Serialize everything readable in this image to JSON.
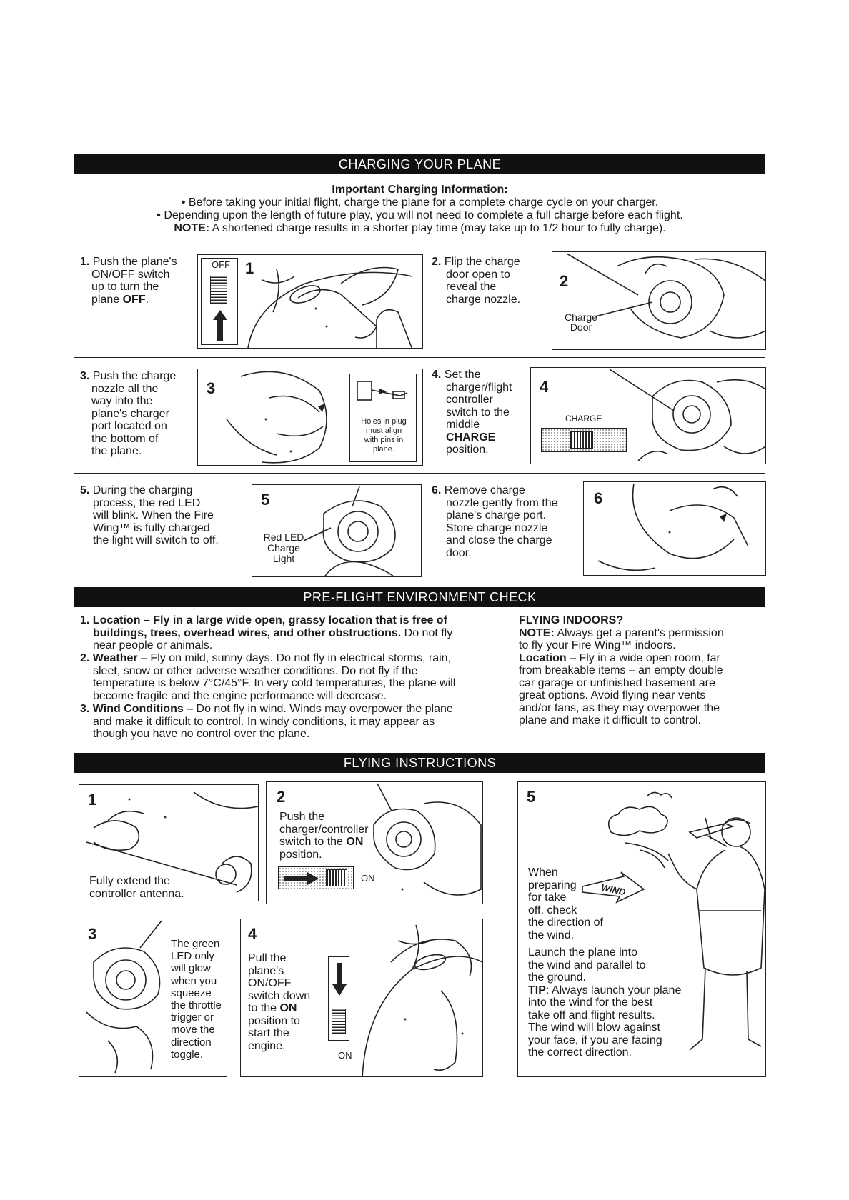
{
  "charging": {
    "title": "CHARGING YOUR PLANE",
    "important_heading": "Important Charging Information:",
    "bullet1": "• Before taking your initial flight, charge the plane for a complete charge cycle on your charger.",
    "bullet2": "• Depending upon the length of future play, you will not need to complete a full charge before each flight.",
    "note_label": "NOTE:",
    "note_text": " A shortened charge results in a shorter play time (may take up to 1/2 hour to fully charge).",
    "steps": [
      {
        "num": "1.",
        "lines": [
          "Push the plane's",
          "ON/OFF switch",
          "up to turn the"
        ],
        "last_pre": "plane ",
        "last_bold": "OFF",
        "last_post": ".",
        "fig": "1",
        "fig_label": "OFF"
      },
      {
        "num": "2.",
        "lines": [
          "Flip the charge",
          "door open to",
          "reveal the",
          "charge nozzle."
        ],
        "fig": "2",
        "callout": [
          "Charge",
          "Door"
        ]
      },
      {
        "num": "3.",
        "lines": [
          "Push the charge",
          "nozzle all the",
          "way into the",
          "plane's charger",
          "port located on",
          "the bottom of",
          "the plane."
        ],
        "fig": "3",
        "inset": [
          "Holes in plug",
          "must align",
          "with pins in",
          "plane."
        ]
      },
      {
        "num": "4.",
        "lines": [
          "Set the",
          "charger/flight",
          "controller",
          "switch to the",
          "middle"
        ],
        "bold_line": "CHARGE",
        "last_line": "position.",
        "fig": "4",
        "fig_label": "CHARGE"
      },
      {
        "num": "5.",
        "lines": [
          "During the charging",
          "process, the red LED",
          "will blink. When the Fire",
          "Wing™ is fully charged",
          "the light will switch to off."
        ],
        "fig": "5",
        "callout": [
          "Red LED",
          "Charge",
          "Light"
        ]
      },
      {
        "num": "6.",
        "lines": [
          "Remove charge",
          "nozzle gently from the",
          "plane's charge port.",
          "Store charge nozzle",
          "and close the charge",
          "door."
        ],
        "fig": "6"
      }
    ]
  },
  "preflight": {
    "title": "PRE-FLIGHT ENVIRONMENT CHECK",
    "items": [
      {
        "num": "1.",
        "bold": "Location – Fly in a large wide open, grassy location that is free of",
        "bold2": "buildings, trees, overhead wires, and other obstructions.",
        "rest": " Do not fly",
        "more": [
          "near people or animals."
        ]
      },
      {
        "num": "2.",
        "bold": "Weather",
        "rest": " – Fly on mild, sunny days. Do not fly in electrical storms, rain,",
        "more": [
          "sleet, snow or other adverse weather conditions. Do not fly if the",
          "temperature is below 7°C/45°F. In very cold temperatures, the plane will",
          "become fragile and the engine performance will decrease."
        ]
      },
      {
        "num": "3.",
        "bold": "Wind Conditions",
        "rest": " – Do not fly in wind. Winds may overpower the plane",
        "more": [
          "and make it difficult to control. In windy conditions, it may appear as",
          "though you have no control over the plane."
        ]
      }
    ],
    "indoors_heading": "FLYING INDOORS?",
    "indoors_note_label": "NOTE:",
    "indoors_note": " Always get a parent's permission",
    "indoors_note2": "to fly your Fire Wing™ indoors.",
    "indoors_loc_label": "Location",
    "indoors_loc": " – Fly in a wide open room, far",
    "indoors_more": [
      "from breakable items – an empty double",
      "car garage or unfinished basement are",
      "great options. Avoid flying near vents",
      "and/or fans, as they may overpower the",
      "plane and make it difficult to control."
    ]
  },
  "flying": {
    "title": "FLYING INSTRUCTIONS",
    "panel1": {
      "num": "1",
      "lines": [
        "Fully extend the",
        "controller antenna."
      ]
    },
    "panel2": {
      "num": "2",
      "lines": [
        "Push the",
        "charger/controller"
      ],
      "line3_pre": "switch to the ",
      "line3_bold": "ON",
      "line4": "position.",
      "switch_label": "ON"
    },
    "panel3": {
      "num": "3",
      "lines": [
        "The green",
        "LED only",
        "will glow",
        "when you",
        "squeeze",
        "the throttle",
        "trigger or",
        "move the",
        "direction",
        "toggle."
      ]
    },
    "panel4": {
      "num": "4",
      "lines": [
        "Pull the",
        "plane's",
        "ON/OFF",
        "switch down"
      ],
      "line5_pre": "to the ",
      "line5_bold": "ON",
      "more": [
        "position to",
        "start the",
        "engine."
      ],
      "switch_label": "ON"
    },
    "panel5": {
      "num": "5",
      "lines": [
        "When",
        "preparing",
        "for take",
        "off, check",
        "the direction of",
        "the wind."
      ],
      "wind_label": "WIND",
      "launch": [
        "Launch the plane into",
        "the wind and parallel to",
        "the ground."
      ],
      "tip_label": "TIP",
      "tip": ": Always launch your plane",
      "tip_more": [
        "into the wind for the best",
        "take off and flight results.",
        "The wind will blow against",
        "your face, if you are facing",
        "the correct direction."
      ]
    }
  }
}
